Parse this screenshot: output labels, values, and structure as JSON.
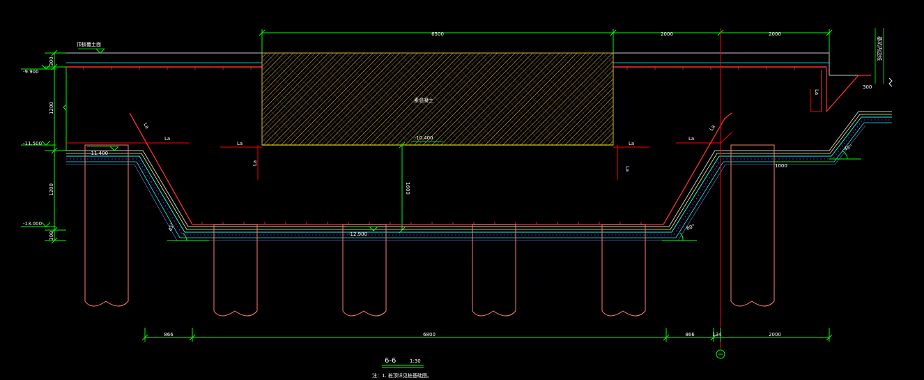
{
  "colors": {
    "background": "#000000",
    "dimension": "#00ff00",
    "slab_top": "#c8c8c8",
    "rebar": "#ff3030",
    "pile": "#ff7f6e",
    "waterproof": "#00ffff",
    "blinding": "#ff00ff",
    "hatch": "#d4b04a",
    "anchor_line": "#ff0000",
    "axis": "#ff0000",
    "text": "#ffffff"
  },
  "top_dimensions": [
    "6500",
    "2000",
    "2000"
  ],
  "bottom_dimensions": [
    "866",
    "6800",
    "866",
    "134",
    "2000"
  ],
  "elevations": [
    "-9.900",
    "-11.500",
    "-13.000"
  ],
  "left_segments": [
    "300",
    "1200",
    "1200",
    "300"
  ],
  "level_marks": [
    "-11.400",
    "-12.900",
    "-10.400"
  ],
  "labels": {
    "top_left_note": "顶板覆土面",
    "core_note": "素混凝土",
    "right_note": "基坑内边线",
    "anchor": "La",
    "depth_dim": "1600",
    "right_small_dim": "300",
    "right_bottom_dim": "1000",
    "angle_left": "45°",
    "angle_mid": "60°",
    "angle_right": "45°"
  },
  "title": {
    "section": "6-6",
    "scale": "1:30",
    "note": "注：1. 桩顶详见桩基础图。"
  }
}
